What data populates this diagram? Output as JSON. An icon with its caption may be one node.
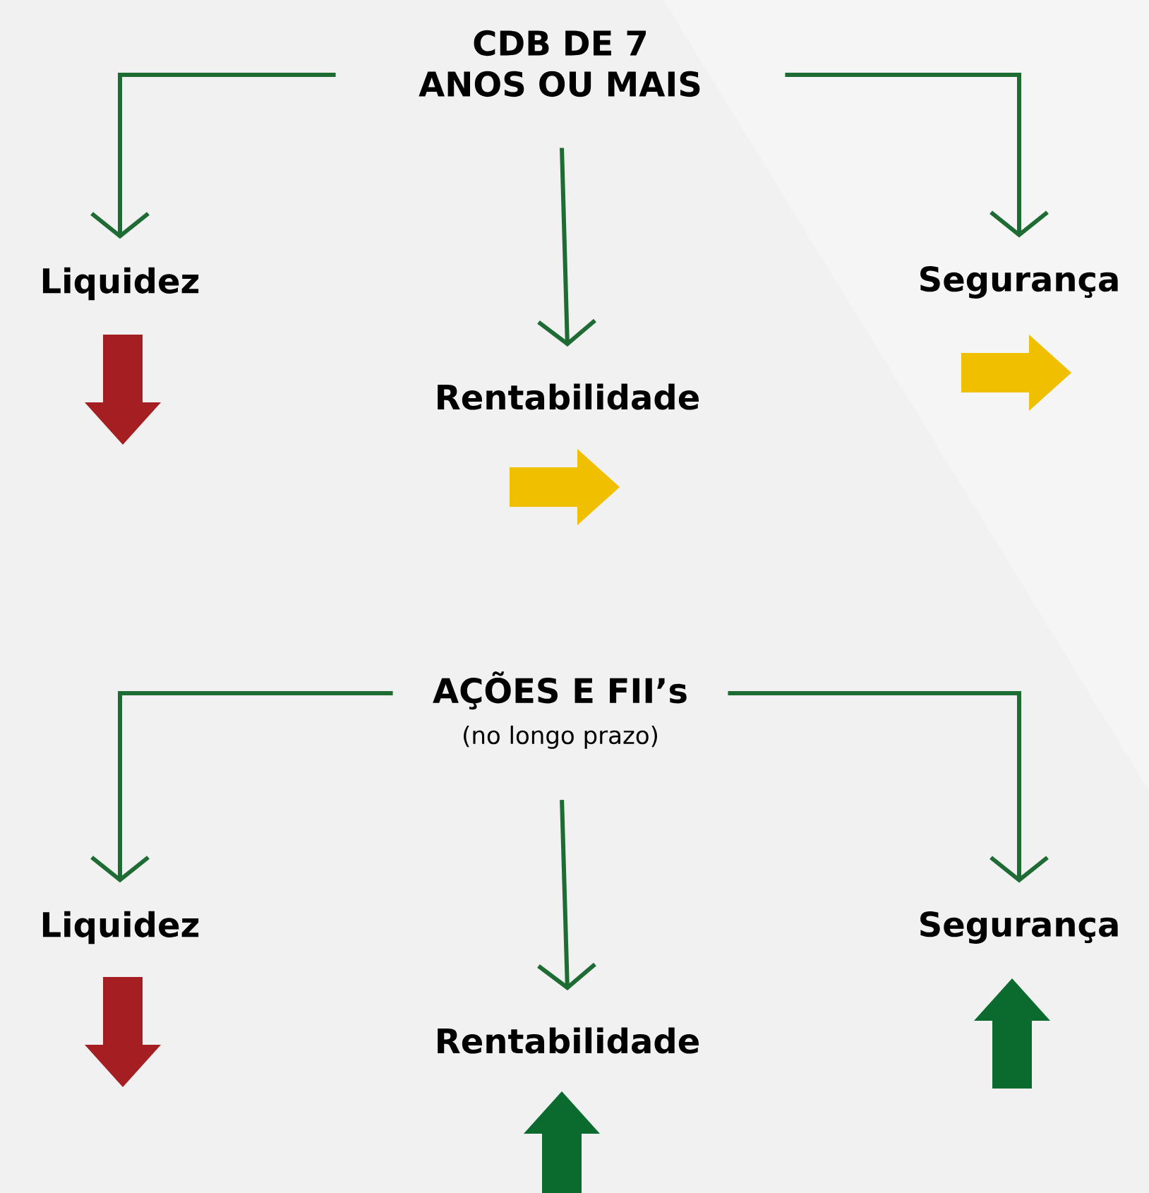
{
  "diagram": {
    "nodes": [
      {
        "text": [
          "CDB DE 7 ANOS OU MAIS"
        ]
      },
      {
        "text": [
          "Liquidez"
        ]
      },
      {
        "text": [
          "Rentabilidade"
        ]
      },
      {
        "text": [
          "Segurança"
        ]
      },
      {
        "text": [
          "AÇÕES E FII’s",
          "(no longo prazo)"
        ]
      },
      {
        "text": [
          "Liquidez"
        ]
      },
      {
        "text": [
          "Rentabilidade"
        ]
      },
      {
        "text": [
          "Segurança"
        ]
      }
    ],
    "edges": [
      {
        "from": 0,
        "to": 1,
        "arrow": "to"
      },
      {
        "from": 0,
        "to": 2,
        "arrow": "to"
      },
      {
        "from": 0,
        "to": 3,
        "arrow": "to"
      },
      {
        "from": 4,
        "to": 5,
        "arrow": "to"
      },
      {
        "from": 4,
        "to": 6,
        "arrow": "to"
      },
      {
        "from": 4,
        "to": 7,
        "arrow": "to"
      }
    ]
  }
}
